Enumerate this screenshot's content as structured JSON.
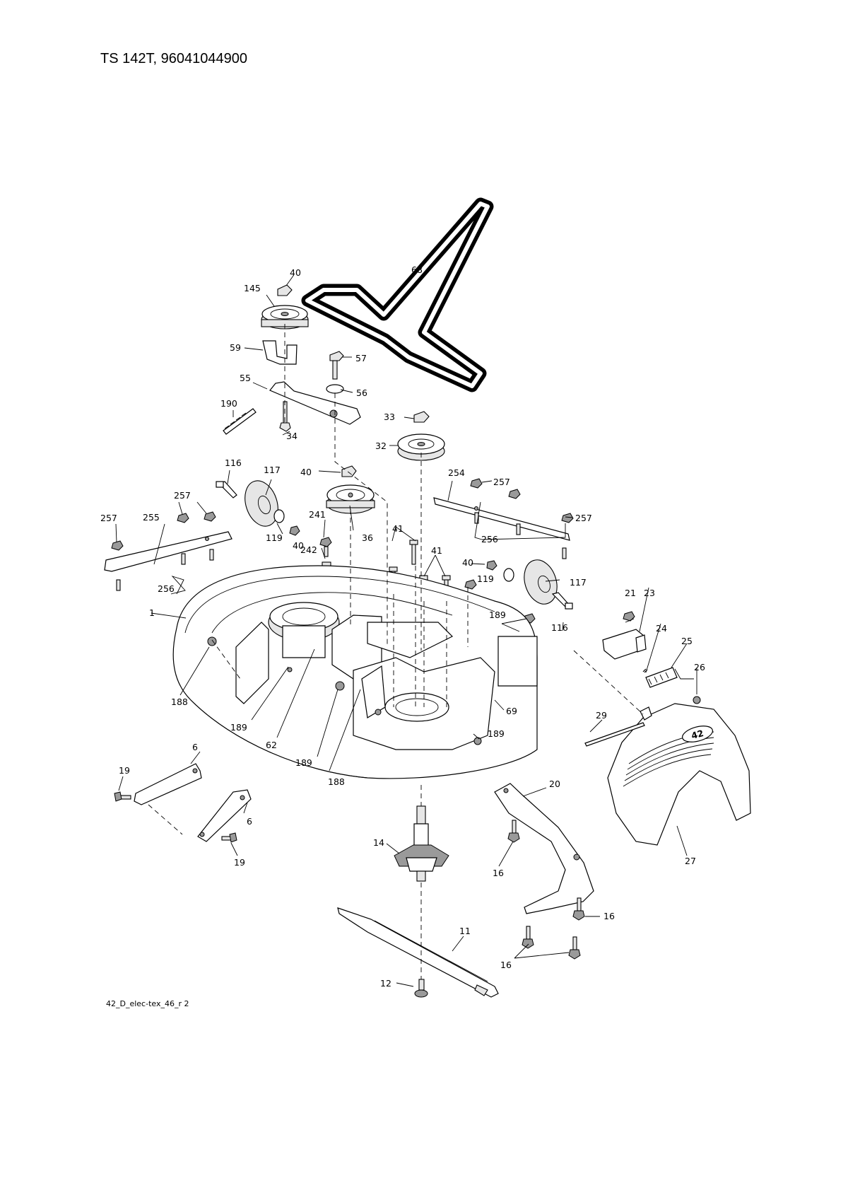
{
  "header": {
    "title": "TS 142T, 96041044900"
  },
  "footer": {
    "code": "42_D_elec-tex_46_r  2"
  },
  "callouts": [
    "40",
    "145",
    "68",
    "59",
    "57",
    "55",
    "56",
    "190",
    "34",
    "33",
    "32",
    "116",
    "117",
    "40",
    "254",
    "257",
    "257",
    "257",
    "255",
    "257",
    "241",
    "119",
    "40",
    "36",
    "256",
    "242",
    "41",
    "41",
    "256",
    "40",
    "119",
    "117",
    "1",
    "21",
    "23",
    "189",
    "116",
    "24",
    "25",
    "26",
    "69",
    "188",
    "189",
    "62",
    "29",
    "189",
    "189",
    "188",
    "6",
    "19",
    "20",
    "6",
    "14",
    "27",
    "19",
    "16",
    "16",
    "11",
    "16",
    "12"
  ],
  "deck_badge": "42"
}
